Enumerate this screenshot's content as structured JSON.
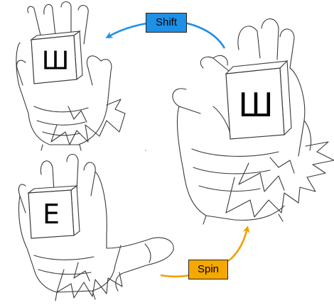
{
  "labels": {
    "shift": "Shift",
    "spin": "Spin"
  },
  "cubes": {
    "top_left_letter": "Ш",
    "right_letter": "Ш",
    "bottom_left_letter": "E"
  },
  "colors": {
    "shift_arrow": "#1e90e6",
    "shift_label_bg": "#1e90e6",
    "spin_arrow": "#f0a000",
    "spin_label_bg": "#f5a800",
    "line_art": "#3a3a3a"
  }
}
